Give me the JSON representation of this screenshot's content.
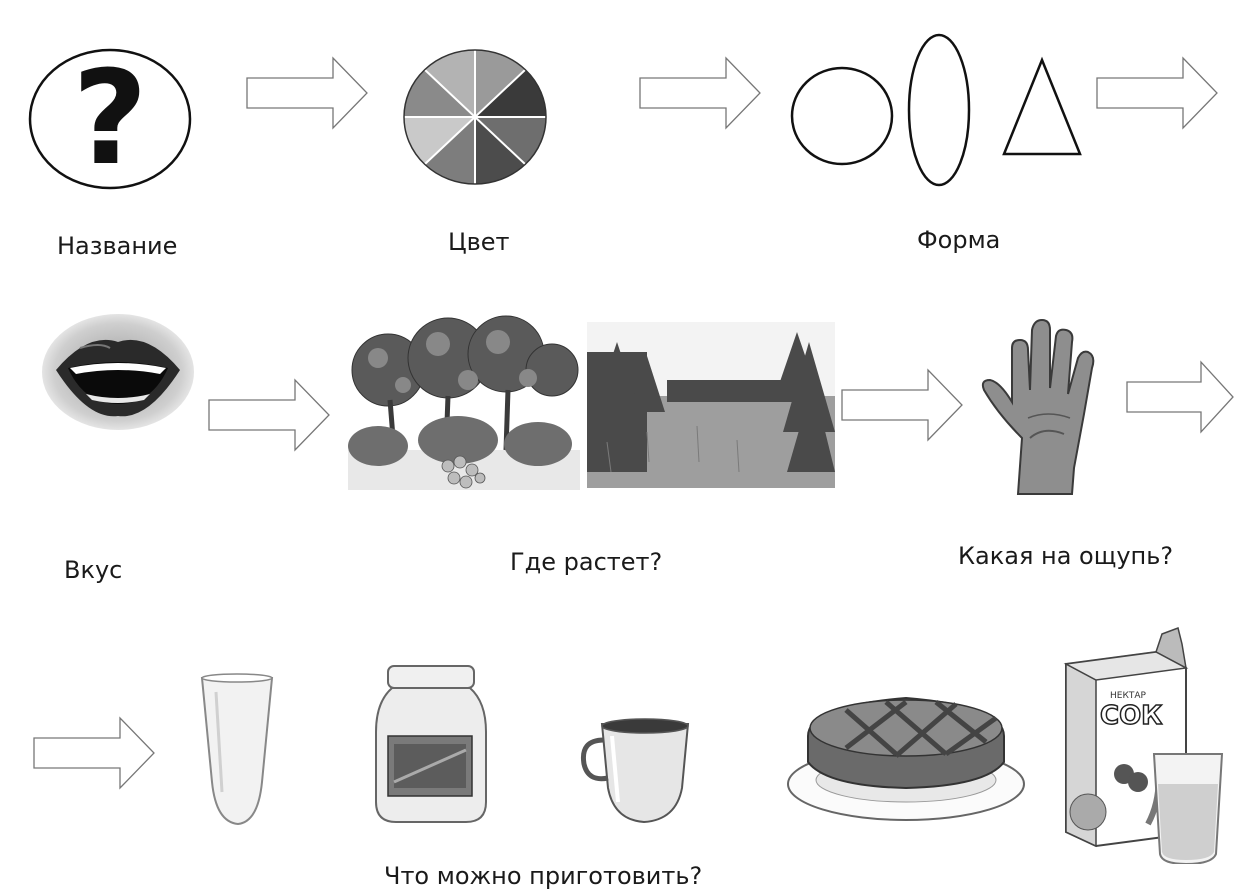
{
  "labels": {
    "name": "Название",
    "color": "Цвет",
    "shape": "Форма",
    "taste": "Вкус",
    "where": "Где растет?",
    "touch": "Какая на ощупь?",
    "cook": "Что можно приготовить?"
  },
  "juice_box": {
    "brand": "НЕКТАР",
    "word": "СОК"
  },
  "icons": {
    "question": "question-mark-icon",
    "palette": "color-wheel-icon",
    "mouth": "mouth-icon",
    "hand": "hand-icon"
  }
}
